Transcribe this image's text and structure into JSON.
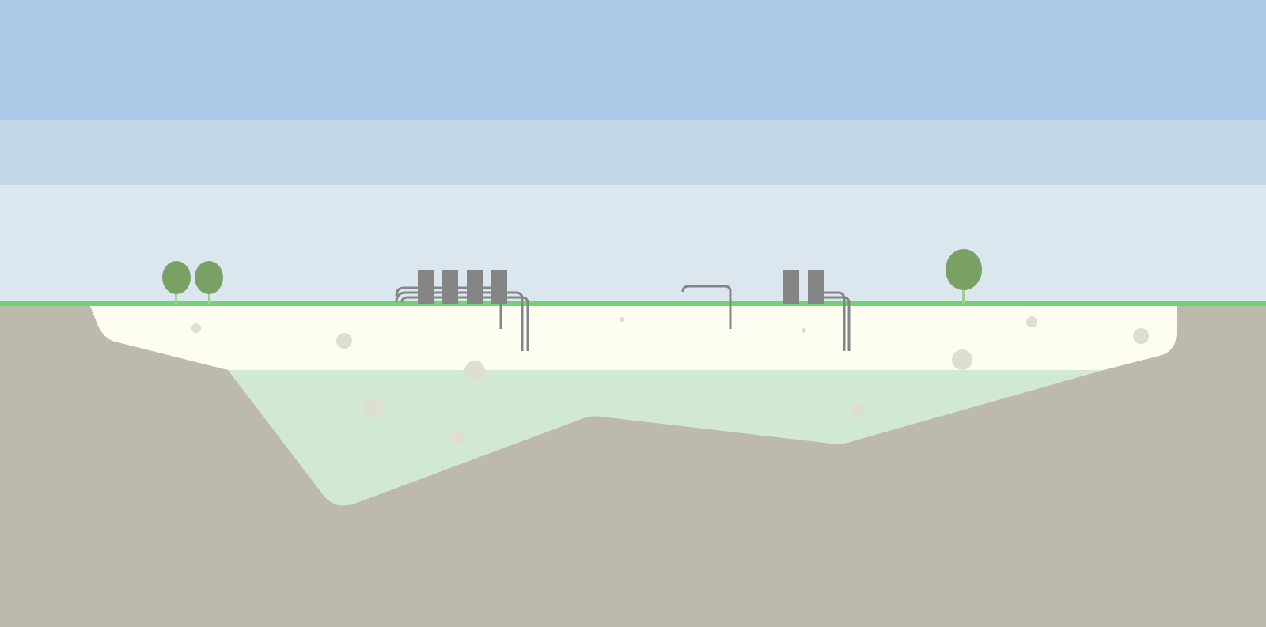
{
  "colors": {
    "sky_top": "#abc9e5",
    "sky_middle": "#c5d8e8",
    "sky_bottom": "#dce6ef",
    "ground_line": "#6fd36f",
    "bedrock": "#bdb9ad",
    "upper_layer": "#fdfdf1",
    "lower_layer": "#d2e9d1",
    "equipment": "#858585",
    "tree_crown": "#79a164",
    "tree_trunk": "#9ad28c",
    "speckle": "#dde0d0"
  },
  "scene": {
    "trees": [
      {
        "name": "tree-left-1",
        "size": "small"
      },
      {
        "name": "tree-left-2",
        "size": "small"
      },
      {
        "name": "tree-right",
        "size": "large"
      }
    ],
    "facilities": [
      {
        "name": "facility-left",
        "towers": 4,
        "pipes": 3
      },
      {
        "name": "wellhead-middle",
        "towers": 0,
        "pipes": 1
      },
      {
        "name": "facility-right",
        "towers": 2,
        "pipes": 2
      }
    ]
  }
}
